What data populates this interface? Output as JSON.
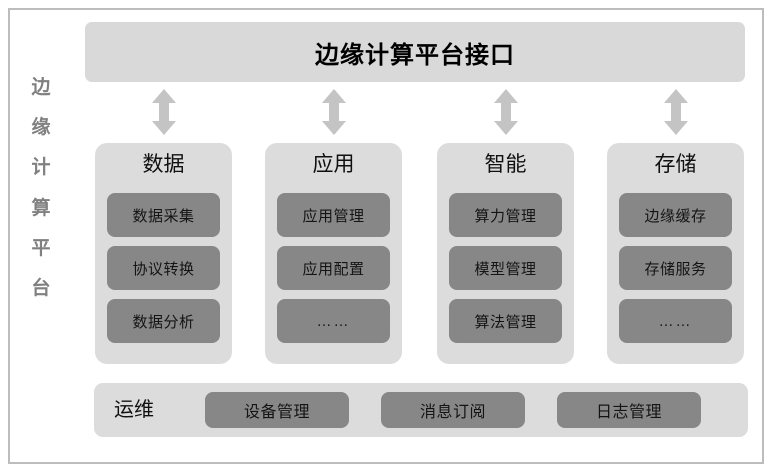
{
  "diagram": {
    "side_label": {
      "name": "边缘计算平台",
      "chars": [
        "边",
        "缘",
        "计",
        "算",
        "平",
        "台"
      ]
    },
    "header": {
      "title": "边缘计算平台接口"
    },
    "connectors": [
      {
        "icon": "double-headed-vertical-arrow"
      },
      {
        "icon": "double-headed-vertical-arrow"
      },
      {
        "icon": "double-headed-vertical-arrow"
      },
      {
        "icon": "double-headed-vertical-arrow"
      }
    ],
    "columns": [
      {
        "title": "数据",
        "items": [
          "数据采集",
          "协议转换",
          "数据分析"
        ]
      },
      {
        "title": "应用",
        "items": [
          "应用管理",
          "应用配置",
          "……"
        ]
      },
      {
        "title": "智能",
        "items": [
          "算力管理",
          "模型管理",
          "算法管理"
        ]
      },
      {
        "title": "存储",
        "items": [
          "边缘缓存",
          "存储服务",
          "……"
        ]
      }
    ],
    "ops": {
      "label": "运维",
      "items": [
        "设备管理",
        "消息订阅",
        "日志管理"
      ]
    },
    "colors": {
      "frame_border": "#bdbdbd",
      "panel_light": "#dcdcdc",
      "panel_dark": "#878787",
      "header_bg": "#d9d9d9",
      "side_label_text": "#808080",
      "arrow": "#c4c4c4",
      "background": "#ffffff"
    }
  }
}
